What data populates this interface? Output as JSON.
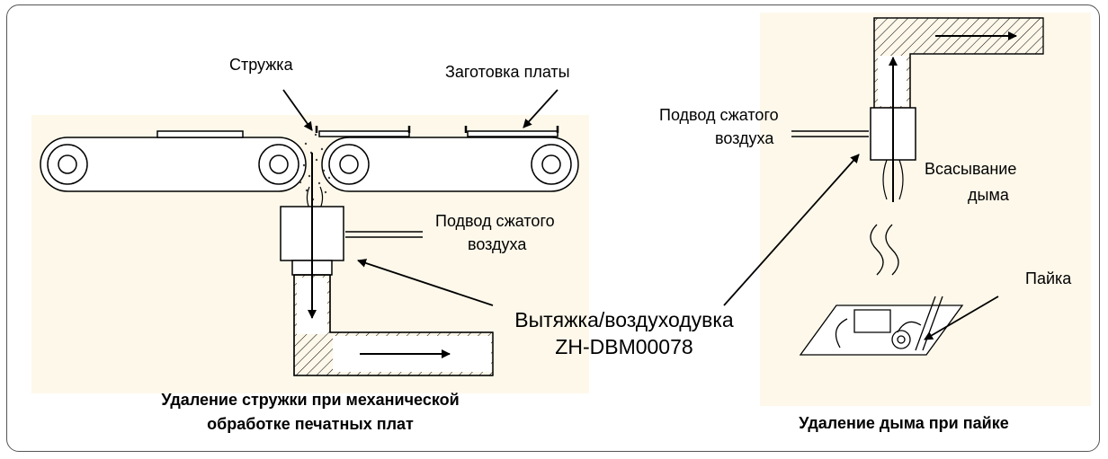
{
  "labels": {
    "chips": "Стружка",
    "board_blank": "Заготовка платы",
    "air_left_1": "Подвод сжатого",
    "air_left_2": "воздуха",
    "air_right_1": "Подвод сжатого",
    "air_right_2": "воздуха",
    "suction_1": "Всасывание",
    "suction_2": "дыма",
    "solder": "Пайка",
    "device_1": "Вытяжка/воздуходувка",
    "device_2": "ZH-DBM00078"
  },
  "captions": {
    "left_1": "Удаление стружки при механической",
    "left_2": "обработке печатных плат",
    "right": "Удаление дыма при пайке"
  },
  "colors": {
    "panel_bg": "#fdf8ea",
    "frame": "#555555",
    "line": "#000000"
  }
}
